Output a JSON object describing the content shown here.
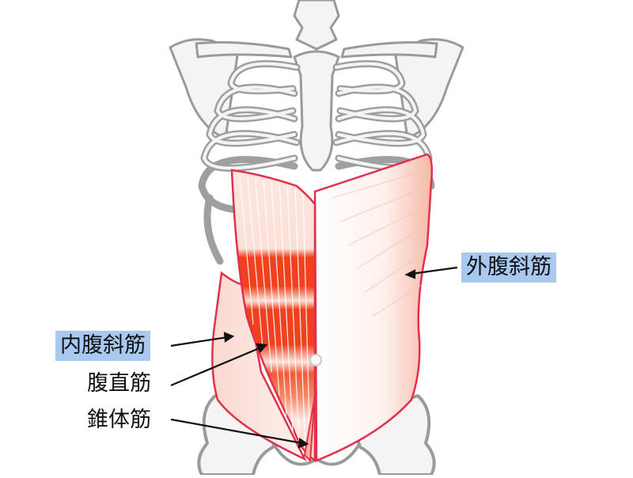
{
  "diagram": {
    "subject": "Abdominal muscles over skeleton (anterior view)",
    "colors": {
      "background": "#ffffff",
      "bone_outline": "#9a9a9a",
      "bone_fill": "#f4f4f4",
      "muscle_outline": "#e0304a",
      "muscle_fiber_strong": "#f0401e",
      "muscle_fiber_light": "#f7c0b4",
      "label_highlight": "#a8c8f0",
      "arrow": "#111111"
    },
    "labels": [
      {
        "id": "external-oblique",
        "text": "外腹斜筋",
        "highlighted": true
      },
      {
        "id": "internal-oblique",
        "text": "内腹斜筋",
        "highlighted": true
      },
      {
        "id": "rectus-abdominis",
        "text": "腹直筋",
        "highlighted": false
      },
      {
        "id": "pyramidalis",
        "text": "錐体筋",
        "highlighted": false
      }
    ]
  }
}
